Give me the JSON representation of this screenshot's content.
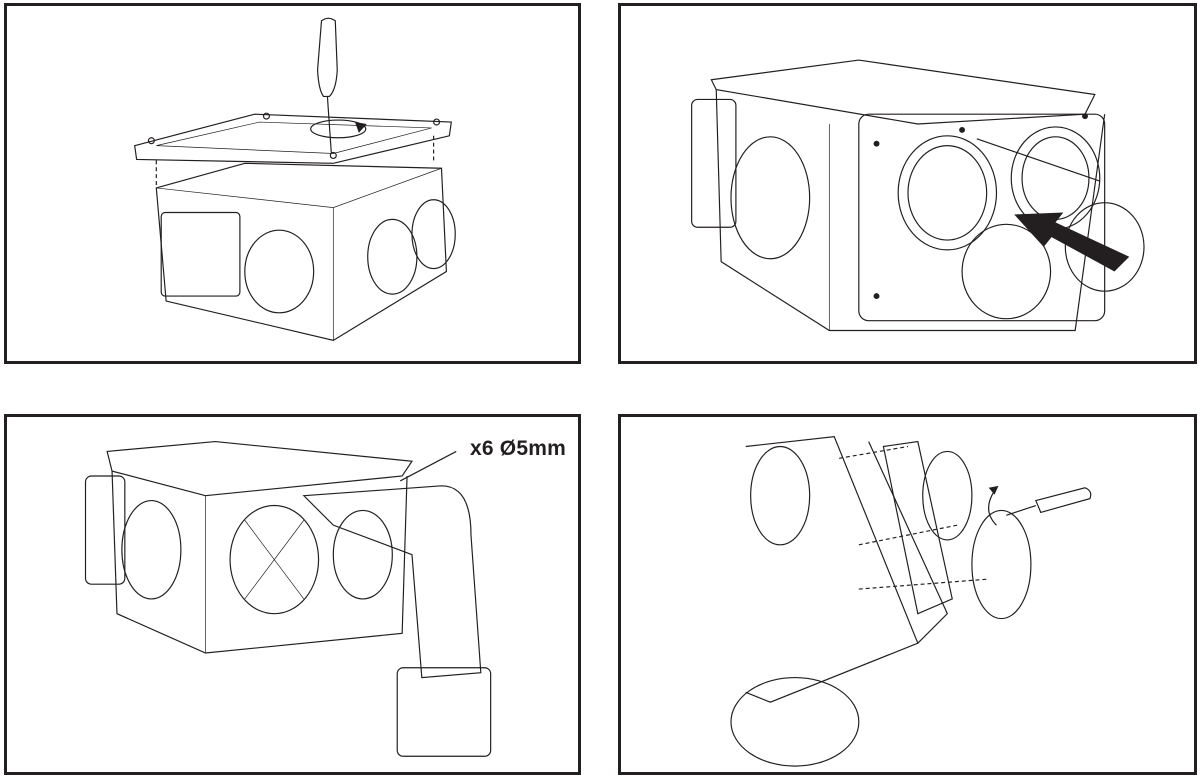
{
  "steps": [
    {
      "id": 1,
      "illustration": "remove-lid-with-screwdriver"
    },
    {
      "id": 2,
      "illustration": "mark-spigot-plate-position"
    },
    {
      "id": 3,
      "illustration": "drill-holes",
      "callout": "x6 Ø5mm"
    },
    {
      "id": 4,
      "illustration": "screw-spigot-plate"
    }
  ],
  "colors": {
    "ink": "#231f20",
    "background": "#ffffff"
  }
}
